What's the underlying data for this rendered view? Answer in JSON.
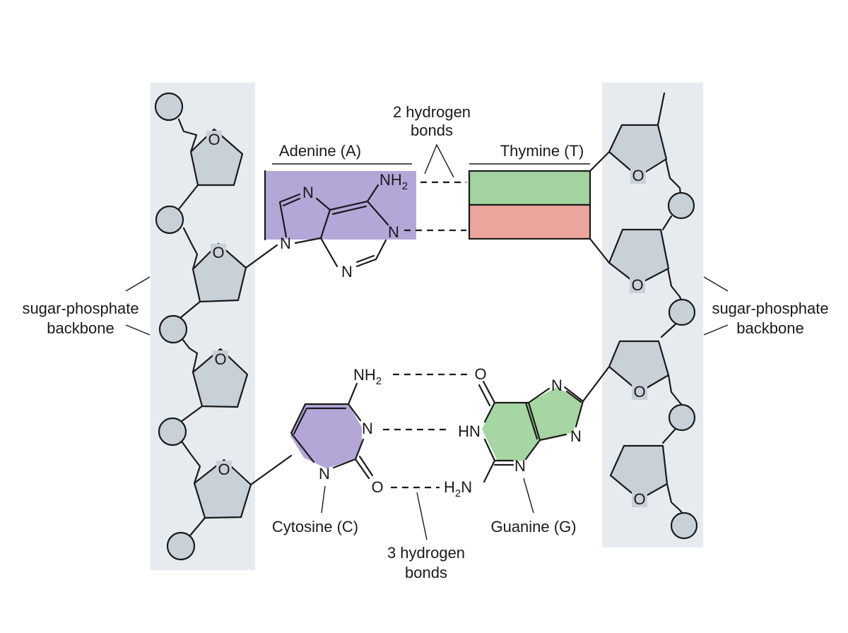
{
  "labels": {
    "adenine": "Adenine (A)",
    "thymine": "Thymine (T)",
    "cytosine": "Cytosine (C)",
    "guanine": "Guanine (G)",
    "two_h_bonds": [
      "2 hydrogen",
      "bonds"
    ],
    "three_h_bonds": [
      "3 hydrogen",
      "bonds"
    ],
    "backbone_left": [
      "sugar-phosphate",
      "backbone"
    ],
    "backbone_right": [
      "sugar-phosphate",
      "backbone"
    ]
  },
  "atoms": {
    "N": "N",
    "O": "O",
    "NH": "NH",
    "HN": "HN",
    "H": "H",
    "sub2": "2"
  },
  "colors": {
    "backbone_panel": "#e6ebef",
    "sugar_phosphate_fill": "#c8d0d8",
    "adenine_fill": "#b5a6d8",
    "cytosine_fill": "#b5a6d8",
    "guanine_fill": "#a6d6a3",
    "thymine_top_fill": "#a3d3a0",
    "thymine_bottom_fill": "#eba59c",
    "line": "#1a1a1a"
  }
}
